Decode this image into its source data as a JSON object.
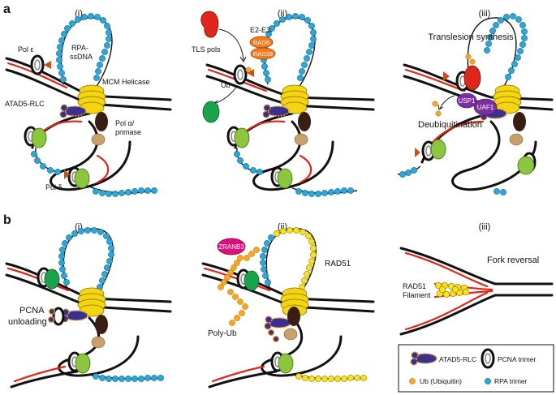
{
  "panel_a": {
    "letter": "a",
    "sub_i": "(i)",
    "sub_ii": "(ii)",
    "sub_iii": "(iii)",
    "pol_epsilon": "Pol ε",
    "rpa_ssdna_1": "RPA-",
    "rpa_ssdna_2": "ssDNA",
    "mcm_helicase": "MCM Helicase",
    "atad5_rlc": "ATAD5-RLC",
    "pol_alpha_1": "Pol α/",
    "pol_alpha_2": "primase",
    "pol_delta": "Pol δ",
    "tls_pols": "TLS pols",
    "e2_e3": "E2-E3",
    "rad6": "RAD6",
    "rad18": "RAD18",
    "ub": "Ub",
    "translesion_synthesis": "Translesion synthesis",
    "usp1": "USP1",
    "uaf1": "UAF1",
    "deubiquitination": "Deubiquitination"
  },
  "panel_b": {
    "letter": "b",
    "sub_i": "(i)",
    "sub_ii": "(ii)",
    "sub_iii": "(iii)",
    "pcna_unloading_1": "PCNA",
    "pcna_unloading_2": "unloading",
    "zranb3": "ZRANB3",
    "rad51": "RAD51",
    "poly_ub": "Poly-Ub",
    "fork_reversal": "Fork reversal",
    "rad51_filament_1": "RAD51",
    "rad51_filament_2": "Filament"
  },
  "legend": {
    "atad5_rlc": "ATAD5-RLC",
    "pcna_trimer": "PCNA trimer",
    "ub": "Ub (Ubiquitin)",
    "rpa_trimer": "RPA trimer"
  },
  "colors": {
    "rpa": "#2aa7dc",
    "rad51": "#f7e21b",
    "ubiquitin": "#f5a623",
    "mcm": "#f5d410",
    "atad5": "#3b2f8f",
    "pol_epsilon_delta": "#8cc63f",
    "tls_pol": "#e0251b",
    "pol_alpha": "#3a1e12",
    "primase": "#c8a06a",
    "usp1_uaf1": "#7b2fa0",
    "zranb3": "#e0107a",
    "rad6_rad18": "#f47b20",
    "green_protein": "#1aa34a",
    "nascent_dna": "#e0251b"
  }
}
